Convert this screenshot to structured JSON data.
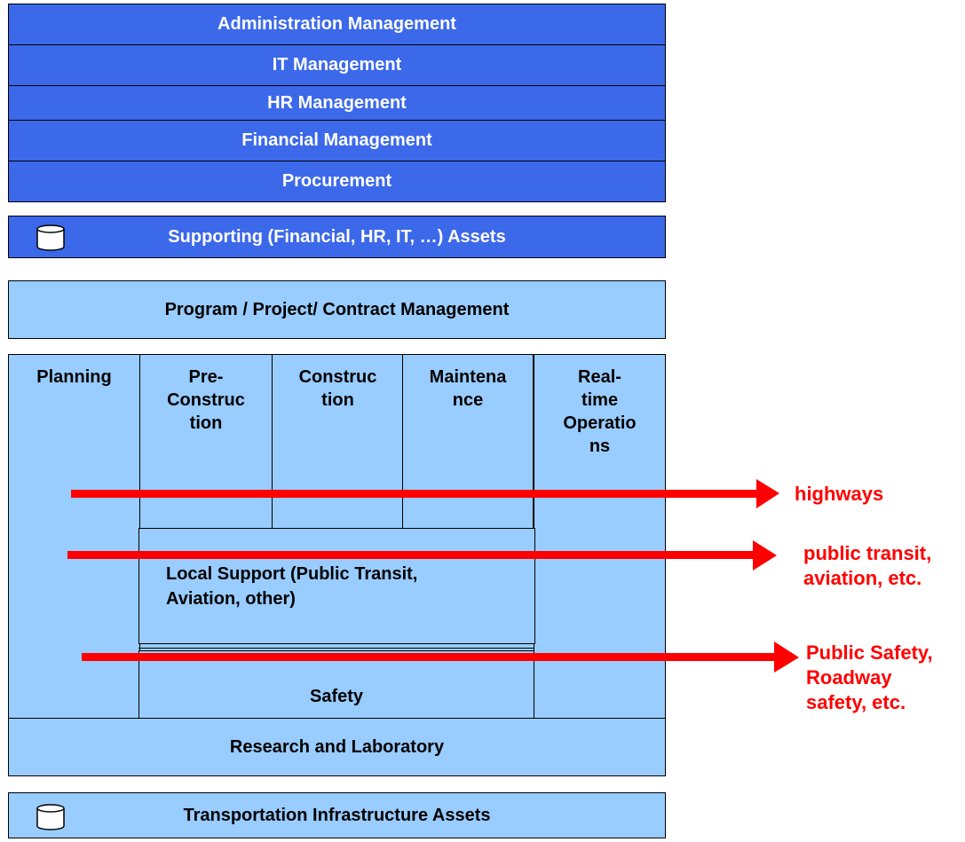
{
  "top_stack": [
    {
      "label": "Administration Management"
    },
    {
      "label": "IT Management"
    },
    {
      "label": "HR Management"
    },
    {
      "label": "Financial Management"
    },
    {
      "label": "Procurement"
    }
  ],
  "supporting_assets": {
    "label": "Supporting (Financial, HR, IT, …) Assets",
    "icon": "database-icon"
  },
  "program_management": {
    "label": "Program / Project/ Contract Management"
  },
  "phases": [
    {
      "label": "Planning"
    },
    {
      "label": "Pre-\nConstruc\ntion"
    },
    {
      "label": "Construc\ntion"
    },
    {
      "label": "Maintena\nnce"
    },
    {
      "label": "Real-\ntime\nOperatio\nns"
    }
  ],
  "local_support": {
    "label": "Local Support (Public Transit,\nAviation, other)"
  },
  "safety": {
    "label": "Safety"
  },
  "research": {
    "label": "Research and Laboratory"
  },
  "infrastructure_assets": {
    "label": "Transportation Infrastructure Assets",
    "icon": "database-icon"
  },
  "arrows": [
    {
      "label": "highways"
    },
    {
      "label": "public transit,\naviation, etc."
    },
    {
      "label": "Public Safety,\nRoadway\nsafety, etc."
    }
  ],
  "colors": {
    "dark_blue": "#3c68ea",
    "light_blue": "#99ccff",
    "arrow_red": "#ff0000"
  }
}
